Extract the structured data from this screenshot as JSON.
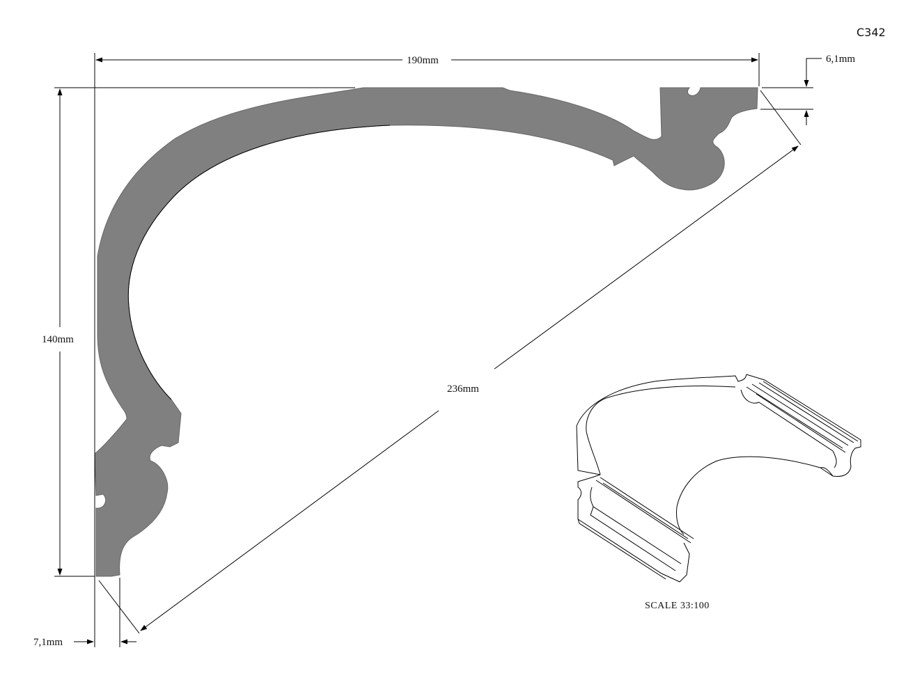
{
  "drawing": {
    "code": "C342",
    "scale_label": "SCALE  33:100",
    "profile_fill": "#808080"
  },
  "dimensions": {
    "width": "190mm",
    "height": "140mm",
    "diagonal": "236mm",
    "top_offset": "6,1mm",
    "bottom_offset": "7,1mm"
  }
}
